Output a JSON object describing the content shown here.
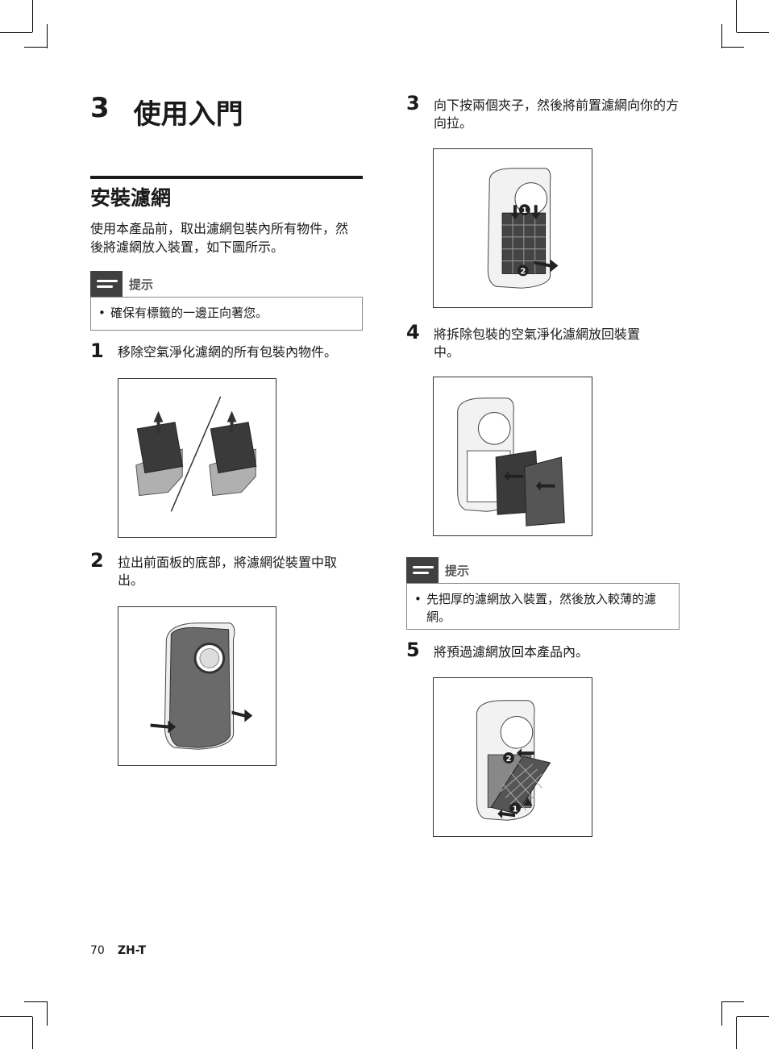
{
  "chapter": {
    "number": "3",
    "title": "使用入門"
  },
  "section": {
    "title": "安裝濾網",
    "intro": "使用本產品前，取出濾網包裝內所有物件，然後將濾網放入裝置，如下圖所示。"
  },
  "note1": {
    "label": "提示",
    "bullet": "•",
    "text": "確保有標籤的一邊正向著您。"
  },
  "note2": {
    "label": "提示",
    "bullet": "•",
    "text": "先把厚的濾網放入裝置，然後放入較薄的濾網。"
  },
  "steps": [
    {
      "num": "1",
      "text": "移除空氣淨化濾網的所有包裝內物件。"
    },
    {
      "num": "2",
      "text": "拉出前面板的底部，將濾網從裝置中取出。"
    },
    {
      "num": "3",
      "text": "向下按兩個夾子，然後將前置濾網向你的方向拉。"
    },
    {
      "num": "4",
      "text": "將拆除包裝的空氣淨化濾網放回裝置中。"
    },
    {
      "num": "5",
      "text": "將預過濾網放回本產品內。"
    }
  ],
  "figure_markers": {
    "one": "1",
    "two": "2"
  },
  "footer": {
    "page": "70",
    "lang": "ZH-T"
  }
}
